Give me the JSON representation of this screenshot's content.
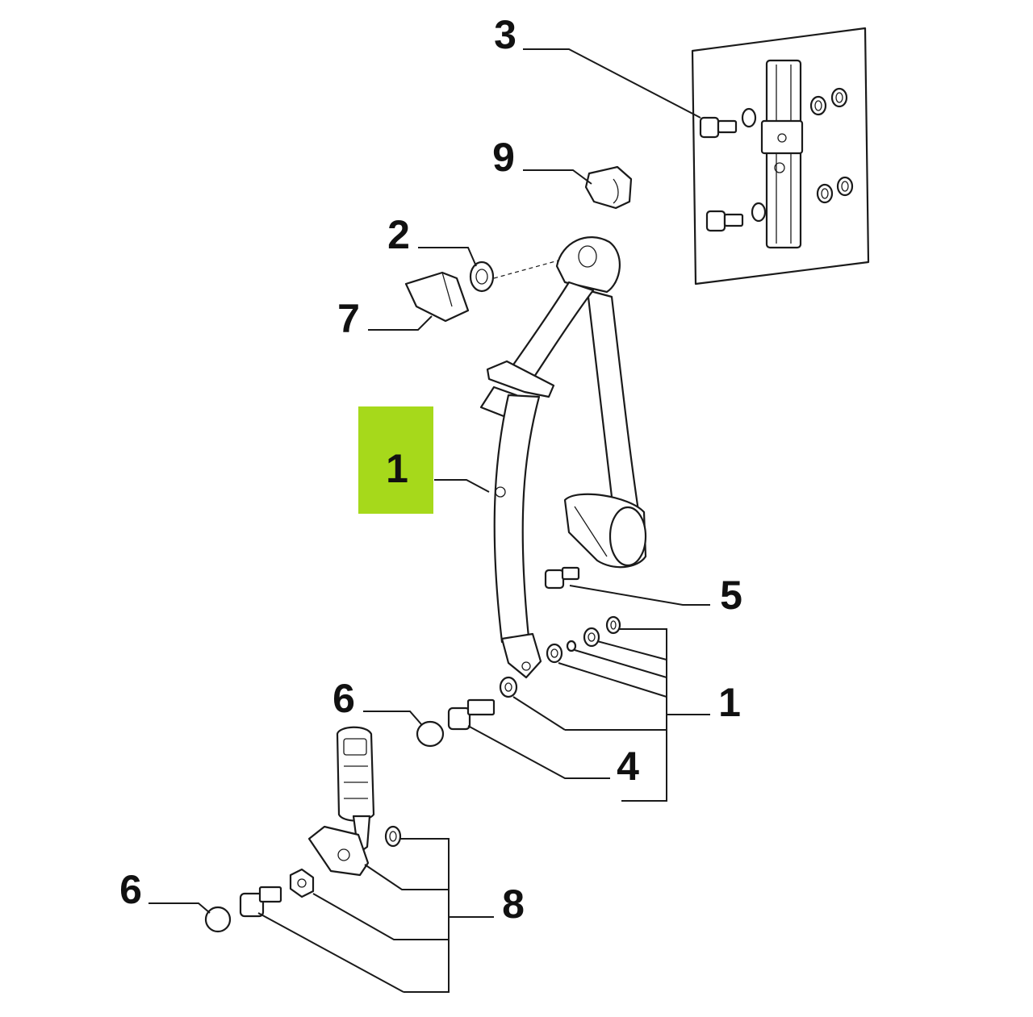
{
  "diagram": {
    "highlight_color": "#a6d91b",
    "callouts": {
      "c1_highlight": "1",
      "c1": "1",
      "c2": "2",
      "c3": "3",
      "c4": "4",
      "c5": "5",
      "c6_upper": "6",
      "c6_lower": "6",
      "c7": "7",
      "c8": "8",
      "c9": "9"
    }
  }
}
